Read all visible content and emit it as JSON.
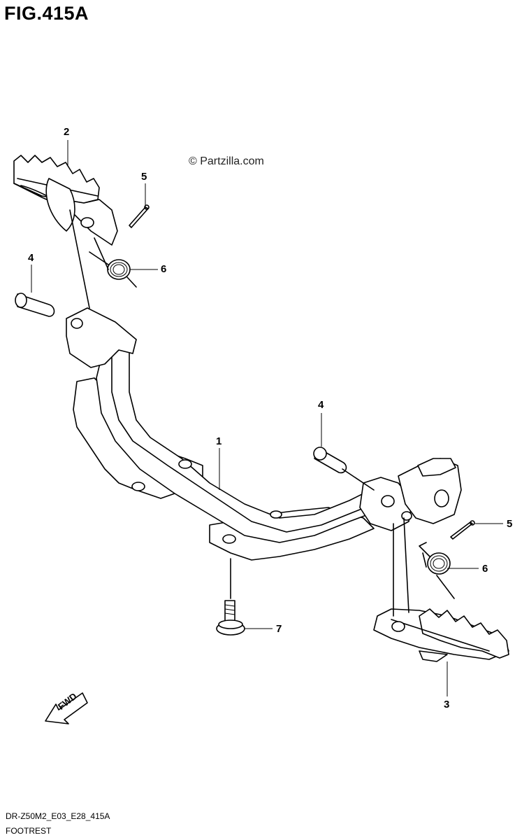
{
  "figure": {
    "title": "FIG.415A",
    "watermark": "© Partzilla.com",
    "code": "DR-Z50M2_E03_E28_415A",
    "name": "FOOTREST",
    "fwd_label": "FWD"
  },
  "callouts": [
    {
      "id": "2",
      "label": "2"
    },
    {
      "id": "5a",
      "label": "5"
    },
    {
      "id": "4a",
      "label": "4"
    },
    {
      "id": "6a",
      "label": "6"
    },
    {
      "id": "4b",
      "label": "4"
    },
    {
      "id": "1",
      "label": "1"
    },
    {
      "id": "5b",
      "label": "5"
    },
    {
      "id": "6b",
      "label": "6"
    },
    {
      "id": "7",
      "label": "7"
    },
    {
      "id": "3",
      "label": "3"
    }
  ]
}
